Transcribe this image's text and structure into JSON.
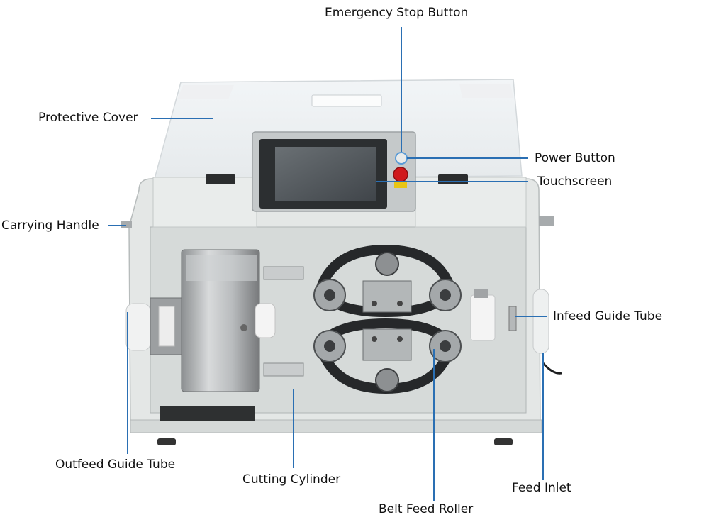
{
  "labels": {
    "emergency_stop": "Emergency Stop Button",
    "protective_cover": "Protective Cover",
    "power_button": "Power Button",
    "touchscreen": "Touchscreen",
    "carrying_handle": "Carrying Handle",
    "infeed_guide_tube": "Infeed Guide Tube",
    "outfeed_guide_tube": "Outfeed Guide Tube",
    "cutting_cylinder": "Cutting Cylinder",
    "feed_inlet": "Feed Inlet",
    "belt_feed_roller": "Belt Feed Roller"
  },
  "colors": {
    "leader_line": "#2a6fb3",
    "machine_body": "#dfe3e2",
    "panel": "#c9cecd",
    "estop": "#d0191c",
    "screen": "#54595c"
  }
}
